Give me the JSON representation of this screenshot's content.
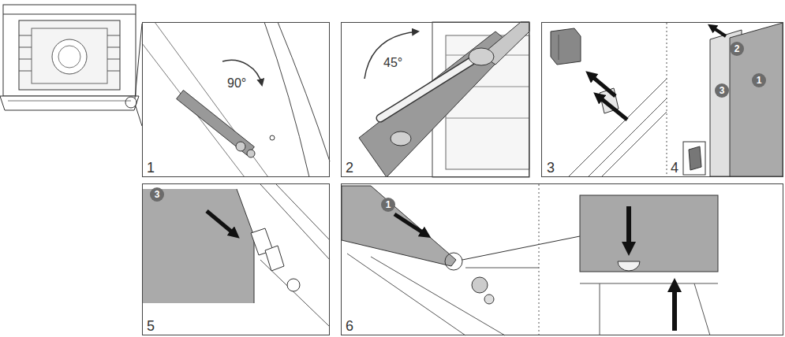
{
  "diagram": {
    "nodes": [
      {
        "text": [
          "1"
        ]
      },
      {
        "text": [
          "2"
        ]
      },
      {
        "text": [
          "3",
          "4"
        ]
      },
      {
        "text": [
          "2"
        ],
        "in": 2
      },
      {
        "text": [
          "1"
        ],
        "in": 2
      },
      {
        "text": [
          "3"
        ],
        "in": 2
      },
      {
        "text": [
          "5"
        ]
      },
      {
        "text": [
          "3"
        ],
        "in": 6
      },
      {
        "text": [
          "6"
        ]
      },
      {
        "text": [
          "1"
        ],
        "in": 8
      }
    ],
    "labels": [
      "90°",
      "45°"
    ]
  }
}
